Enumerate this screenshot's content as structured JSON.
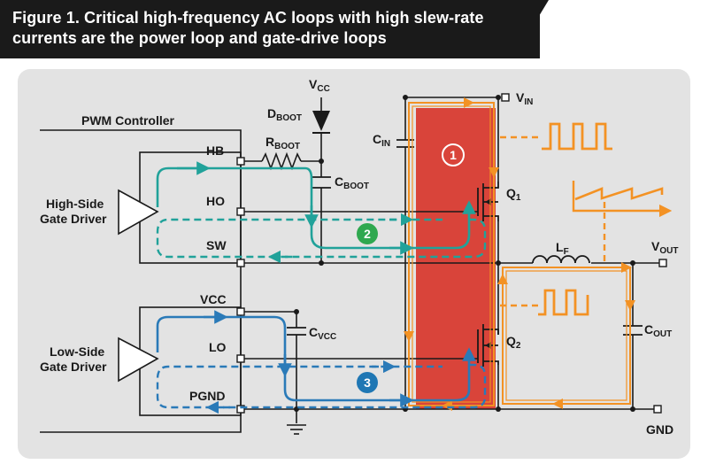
{
  "figure": {
    "title_line1": "Figure 1. Critical high-frequency AC loops with high slew-rate",
    "title_line2": "currents are the power loop and gate-drive loops"
  },
  "labels": {
    "vcc_supply": {
      "main": "V",
      "sub": "CC"
    },
    "dboot": {
      "main": "D",
      "sub": "BOOT"
    },
    "rboot": {
      "main": "R",
      "sub": "BOOT"
    },
    "cboot": {
      "main": "C",
      "sub": "BOOT"
    },
    "cin": {
      "main": "C",
      "sub": "IN"
    },
    "vin": {
      "main": "V",
      "sub": "IN"
    },
    "q1": {
      "main": "Q",
      "sub": "1"
    },
    "q2": {
      "main": "Q",
      "sub": "2"
    },
    "lf": {
      "main": "L",
      "sub": "F"
    },
    "vout": {
      "main": "V",
      "sub": "OUT"
    },
    "cout": {
      "main": "C",
      "sub": "OUT"
    },
    "cvcc": {
      "main": "C",
      "sub": "VCC"
    },
    "gnd": "GND",
    "pwm_controller": "PWM Controller",
    "hb": "HB",
    "ho": "HO",
    "sw": "SW",
    "vcc_pin": "VCC",
    "lo": "LO",
    "pgnd": "PGND",
    "high_side_line1": "High-Side",
    "high_side_line2": "Gate Driver",
    "low_side_line1": "Low-Side",
    "low_side_line2": "Gate Driver"
  },
  "loops": [
    {
      "number": "1",
      "name": "power loop",
      "color": "#d9443a"
    },
    {
      "number": "2",
      "name": "high-side gate-drive loop",
      "color": "#2fa84f"
    },
    {
      "number": "3",
      "name": "low-side gate-drive loop",
      "color": "#1f77b4"
    }
  ],
  "colors": {
    "background_panel": "#e3e3e3",
    "header": "#1a1a1a",
    "power_trace": "#f39224",
    "hs_loop": "#21a29a",
    "ls_loop": "#2a7ab8",
    "wire": "#1a1a1a"
  }
}
